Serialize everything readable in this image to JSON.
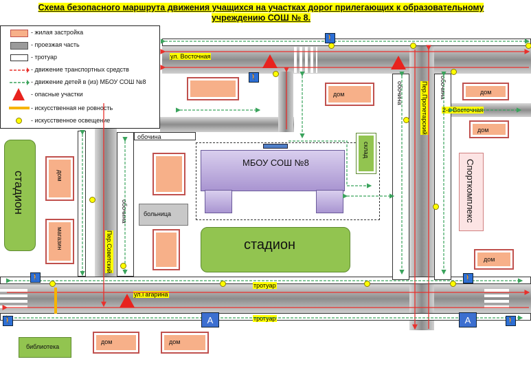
{
  "title": "Схема безопасного маршрута движения учащихся на участках дорог прилегающих к образовательному учреждению СОШ  № 8.",
  "legend": [
    {
      "key": "house",
      "text": "- жилая застройка"
    },
    {
      "key": "road",
      "text": "- проезжая часть"
    },
    {
      "key": "walk",
      "text": "-   тротуар"
    },
    {
      "key": "traffic",
      "text": "-  движение транспортных средств"
    },
    {
      "key": "children",
      "text": "-  движение детей в (из) МБОУ СОШ №8"
    },
    {
      "key": "danger",
      "text": "- опасные участки"
    },
    {
      "key": "uneven",
      "text": "-  иcкусственная не ровность"
    },
    {
      "key": "light",
      "text": "-  искусственное освещение"
    }
  ],
  "labels": {
    "street_vostochnaya": "ул. Восточная",
    "street_2vostochnaya": "2-я Восточная",
    "street_proletarsky": "Пер.Пролетарский",
    "street_sovetsky": "Пер.Советский",
    "street_gagarina": "ул.Гагарина",
    "school": "МБОУ СОШ  №8",
    "stadium_center": "стадион",
    "stadium_left": "стадион",
    "sportcomplex": "Спорткомплекс",
    "hospital": "больница",
    "library": "библиотека",
    "shops": "магазин",
    "dom": "дом",
    "sklad": "склад",
    "obochina": "обочина",
    "trotuar": "тротуар",
    "bus": "А"
  },
  "colors": {
    "house_fill": "#f7b089",
    "house_border": "#c0504d",
    "stadium": "#92c450",
    "school": "#b9a6d9",
    "traffic_arrow": "#e8302c",
    "children_arrow": "#3aa35c",
    "danger": "#e8231e",
    "lamp": "#ffff00",
    "uneven": "#f6b400",
    "pedestrian_sign": "#2c6fd6"
  },
  "icons": {
    "pedestrian": "pedestrian-crossing-sign-icon",
    "bus": "bus-stop-icon",
    "danger": "warning-triangle-icon",
    "lamp": "street-light-icon"
  }
}
